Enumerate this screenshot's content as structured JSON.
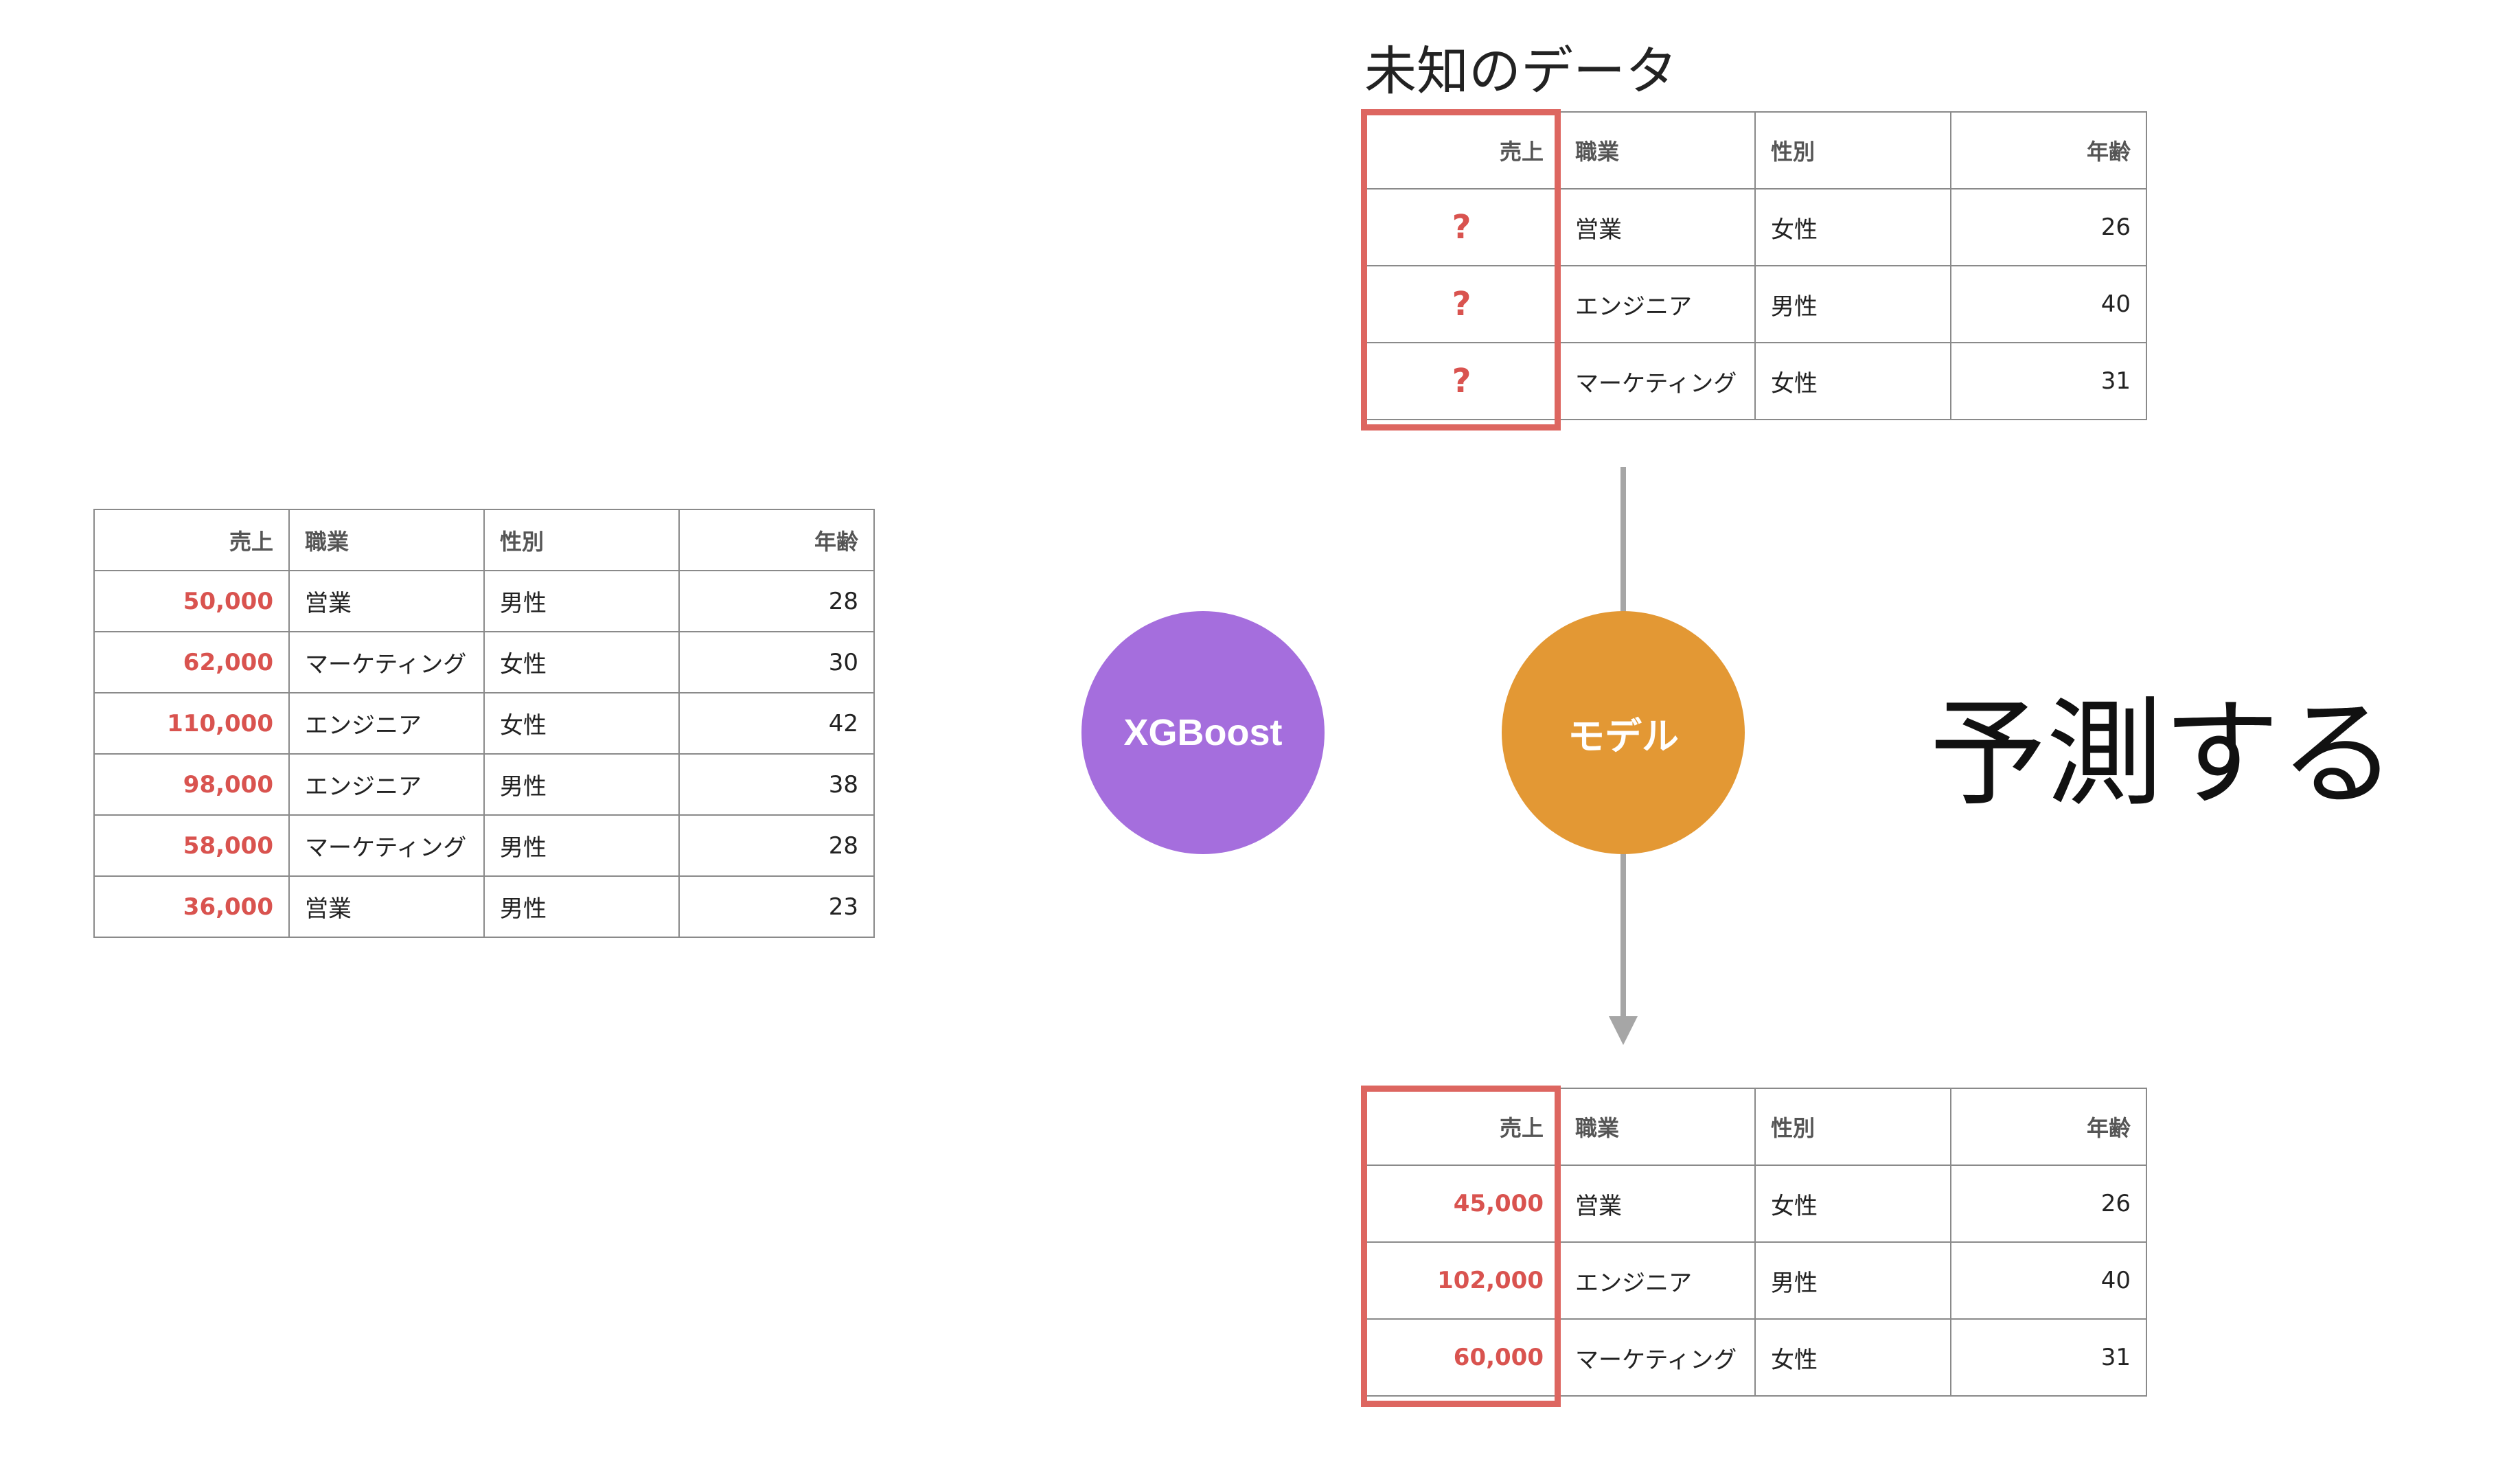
{
  "headers": [
    "売上",
    "職業",
    "性別",
    "年齢"
  ],
  "training": {
    "rows": [
      {
        "sales": "50,000",
        "job": "営業",
        "gender": "男性",
        "age": "28"
      },
      {
        "sales": "62,000",
        "job": "マーケティング",
        "gender": "女性",
        "age": "30"
      },
      {
        "sales": "110,000",
        "job": "エンジニア",
        "gender": "女性",
        "age": "42"
      },
      {
        "sales": "98,000",
        "job": "エンジニア",
        "gender": "男性",
        "age": "38"
      },
      {
        "sales": "58,000",
        "job": "マーケティング",
        "gender": "男性",
        "age": "28"
      },
      {
        "sales": "36,000",
        "job": "営業",
        "gender": "男性",
        "age": "23"
      }
    ]
  },
  "unknown": {
    "title": "未知のデータ",
    "rows": [
      {
        "sales": "?",
        "job": "営業",
        "gender": "女性",
        "age": "26"
      },
      {
        "sales": "?",
        "job": "エンジニア",
        "gender": "男性",
        "age": "40"
      },
      {
        "sales": "?",
        "job": "マーケティング",
        "gender": "女性",
        "age": "31"
      }
    ]
  },
  "predicted": {
    "rows": [
      {
        "sales": "45,000",
        "job": "営業",
        "gender": "女性",
        "age": "26"
      },
      {
        "sales": "102,000",
        "job": "エンジニア",
        "gender": "男性",
        "age": "40"
      },
      {
        "sales": "60,000",
        "job": "マーケティング",
        "gender": "女性",
        "age": "31"
      }
    ]
  },
  "xgboost_label": "XGBoost",
  "model_label": "モデル",
  "predict_label": "予測する",
  "colors": {
    "accent_red": "#dd6660",
    "xgboost": "#a56edd",
    "model": "#e39834",
    "arrow": "#a6a6a6"
  }
}
